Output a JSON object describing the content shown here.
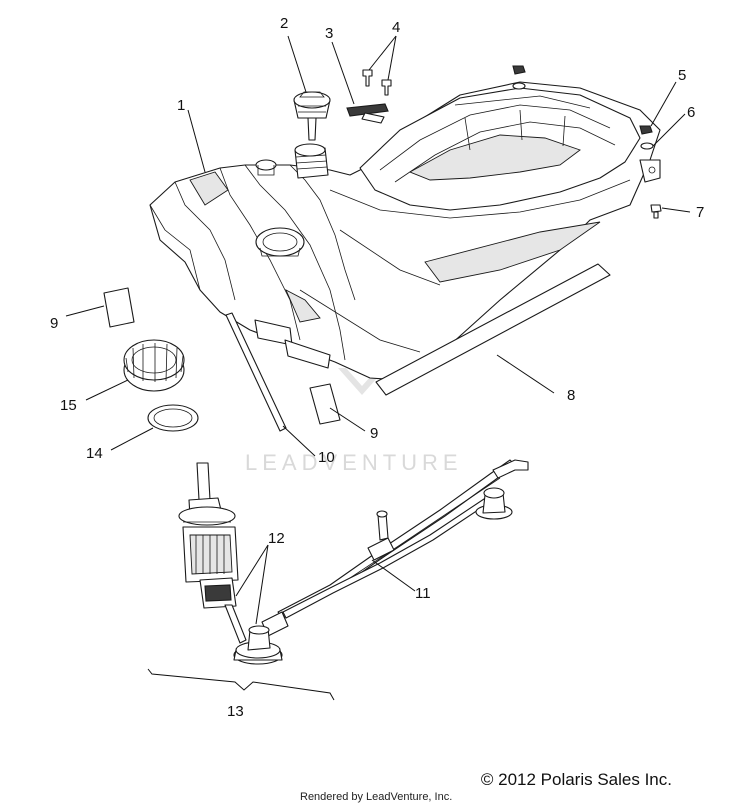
{
  "diagram": {
    "watermark": "LEADVENTURE",
    "callouts": {
      "c1": "1",
      "c2": "2",
      "c3": "3",
      "c4": "4",
      "c5": "5",
      "c6": "6",
      "c7": "7",
      "c8": "8",
      "c9a": "9",
      "c9b": "9",
      "c10": "10",
      "c11": "11",
      "c12": "12",
      "c13": "13",
      "c14": "14",
      "c15": "15"
    }
  },
  "footer": {
    "copyright": "© 2012 Polaris Sales Inc.",
    "rendered_by": "Rendered by LeadVenture, Inc."
  }
}
